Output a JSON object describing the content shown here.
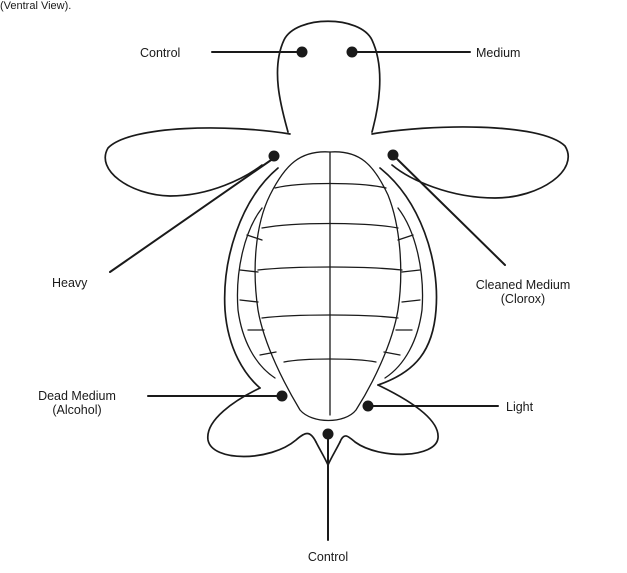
{
  "caption_fragment": "(Ventral View).",
  "labels": {
    "control_top": "Control",
    "medium": "Medium",
    "heavy": "Heavy",
    "cleaned_medium": "Cleaned Medium",
    "cleaned_medium_note": "(Clorox)",
    "dead_medium": "Dead Medium",
    "dead_medium_note": "(Alcohol)",
    "light": "Light",
    "control_bottom": "Control"
  }
}
